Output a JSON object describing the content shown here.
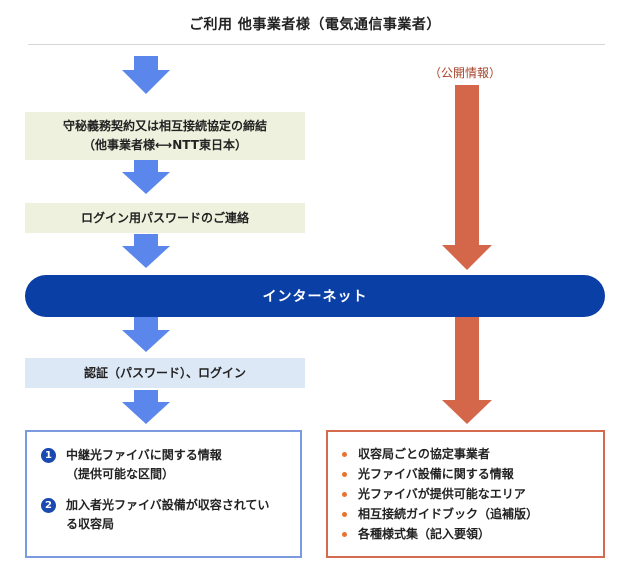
{
  "title": "ご利用 他事業者様（電気通信事業者）",
  "public_info_label": "（公開情報）",
  "steps": {
    "contract_line1": "守秘義務契約又は相互接続協定の締結",
    "contract_line2": "（他事業者様⟷NTT東日本）",
    "password_notice": "ログイン用パスワードのご連絡",
    "auth_login": "認証（パスワード）、ログイン"
  },
  "internet_label": "インターネット",
  "left_panel": {
    "items": [
      {
        "number": "1",
        "line1": "中継光ファイバに関する情報",
        "line2": "（提供可能な区間）"
      },
      {
        "number": "2",
        "line1": "加入者光ファイバ設備が収容されてい",
        "line2": "る収容局"
      }
    ]
  },
  "right_panel": {
    "items": [
      "収容局ごとの協定事業者",
      "光ファイバ設備に関する情報",
      "光ファイバが提供可能なエリア",
      "相互接続ガイドブック（追補版）",
      "各種様式集（記入要領）"
    ]
  },
  "colors": {
    "left_flow_arrow": "#5b86ec",
    "right_flow_arrow": "#d4674a",
    "internet_bar": "#0a3fa6",
    "bullet": "#e8732f",
    "number_badge": "#1a49b0"
  }
}
